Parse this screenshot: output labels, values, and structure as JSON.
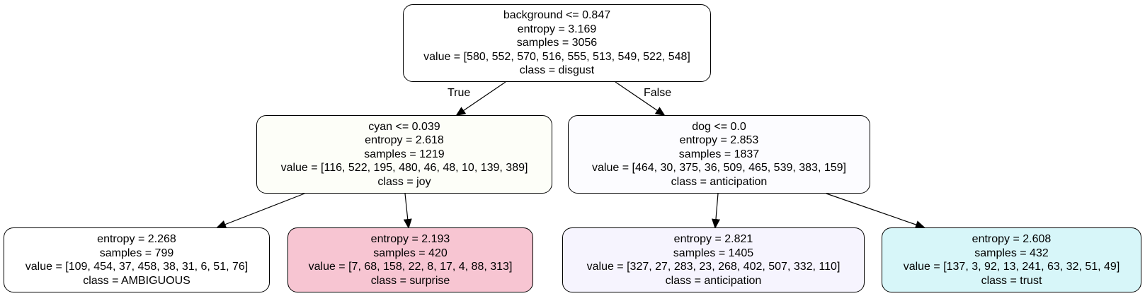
{
  "tree": {
    "nodes": [
      {
        "id": "root",
        "lines": [
          "background <= 0.847",
          "entropy = 3.169",
          "samples = 3056",
          "value = [580, 552, 570, 516, 555, 513, 549, 522, 548]",
          "class = disgust"
        ],
        "fill": "#ffffff"
      },
      {
        "id": "n1",
        "lines": [
          "cyan <= 0.039",
          "entropy = 2.618",
          "samples = 1219",
          "value = [116, 522, 195, 480, 46, 48, 10, 139, 389]",
          "class = joy"
        ],
        "fill": "#fdfef8"
      },
      {
        "id": "n2",
        "lines": [
          "dog <= 0.0",
          "entropy = 2.853",
          "samples = 1837",
          "value = [464, 30, 375, 36, 509, 465, 539, 383, 159]",
          "class = anticipation"
        ],
        "fill": "#fcfcff"
      },
      {
        "id": "n3",
        "lines": [
          "entropy = 2.268",
          "samples = 799",
          "value = [109, 454, 37, 458, 38, 31, 6, 51, 76]",
          "class = AMBIGUOUS"
        ],
        "fill": "#ffffff"
      },
      {
        "id": "n4",
        "lines": [
          "entropy = 2.193",
          "samples = 420",
          "value = [7, 68, 158, 22, 8, 17, 4, 88, 313]",
          "class = surprise"
        ],
        "fill": "#f7c5d2"
      },
      {
        "id": "n5",
        "lines": [
          "entropy = 2.821",
          "samples = 1405",
          "value = [327, 27, 283, 23, 268, 402, 507, 332, 110]",
          "class = anticipation"
        ],
        "fill": "#f6f4fe"
      },
      {
        "id": "n6",
        "lines": [
          "entropy = 2.608",
          "samples = 432",
          "value = [137, 3, 92, 13, 241, 63, 32, 51, 49]",
          "class = trust"
        ],
        "fill": "#d7f6f9"
      }
    ],
    "edges": [
      {
        "from": "root",
        "to": "n1",
        "label": "True"
      },
      {
        "from": "root",
        "to": "n2",
        "label": "False"
      },
      {
        "from": "n1",
        "to": "n3",
        "label": ""
      },
      {
        "from": "n1",
        "to": "n4",
        "label": ""
      },
      {
        "from": "n2",
        "to": "n5",
        "label": ""
      },
      {
        "from": "n2",
        "to": "n6",
        "label": ""
      }
    ]
  }
}
